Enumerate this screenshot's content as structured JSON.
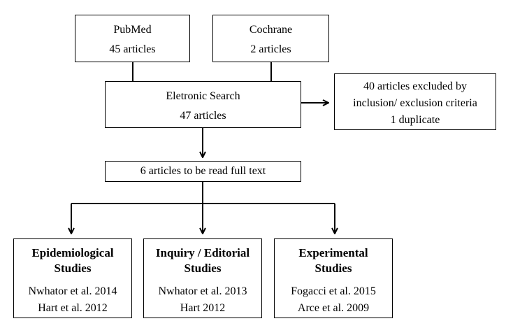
{
  "sources": {
    "pubmed": {
      "name": "PubMed",
      "count": "45 articles"
    },
    "cochrane": {
      "name": "Cochrane",
      "count": "2 articles"
    }
  },
  "search": {
    "title": "Eletronic Search",
    "count": "47 articles"
  },
  "excluded": {
    "line1": "40 articles excluded by",
    "line2": "inclusion/ exclusion criteria",
    "line3": "1 duplicate"
  },
  "fulltext": {
    "label": "6 articles to be read full text"
  },
  "categories": [
    {
      "title_line1": "Epidemiological",
      "title_line2": "Studies",
      "refs": [
        "Nwhator et al. 2014",
        "Hart et al. 2012"
      ]
    },
    {
      "title_line1": "Inquiry / Editorial",
      "title_line2": "Studies",
      "refs": [
        "Nwhator et al. 2013",
        "Hart 2012"
      ]
    },
    {
      "title_line1": "Experimental",
      "title_line2": "Studies",
      "refs": [
        "Fogacci et al. 2015",
        "Arce et al. 2009"
      ]
    }
  ]
}
